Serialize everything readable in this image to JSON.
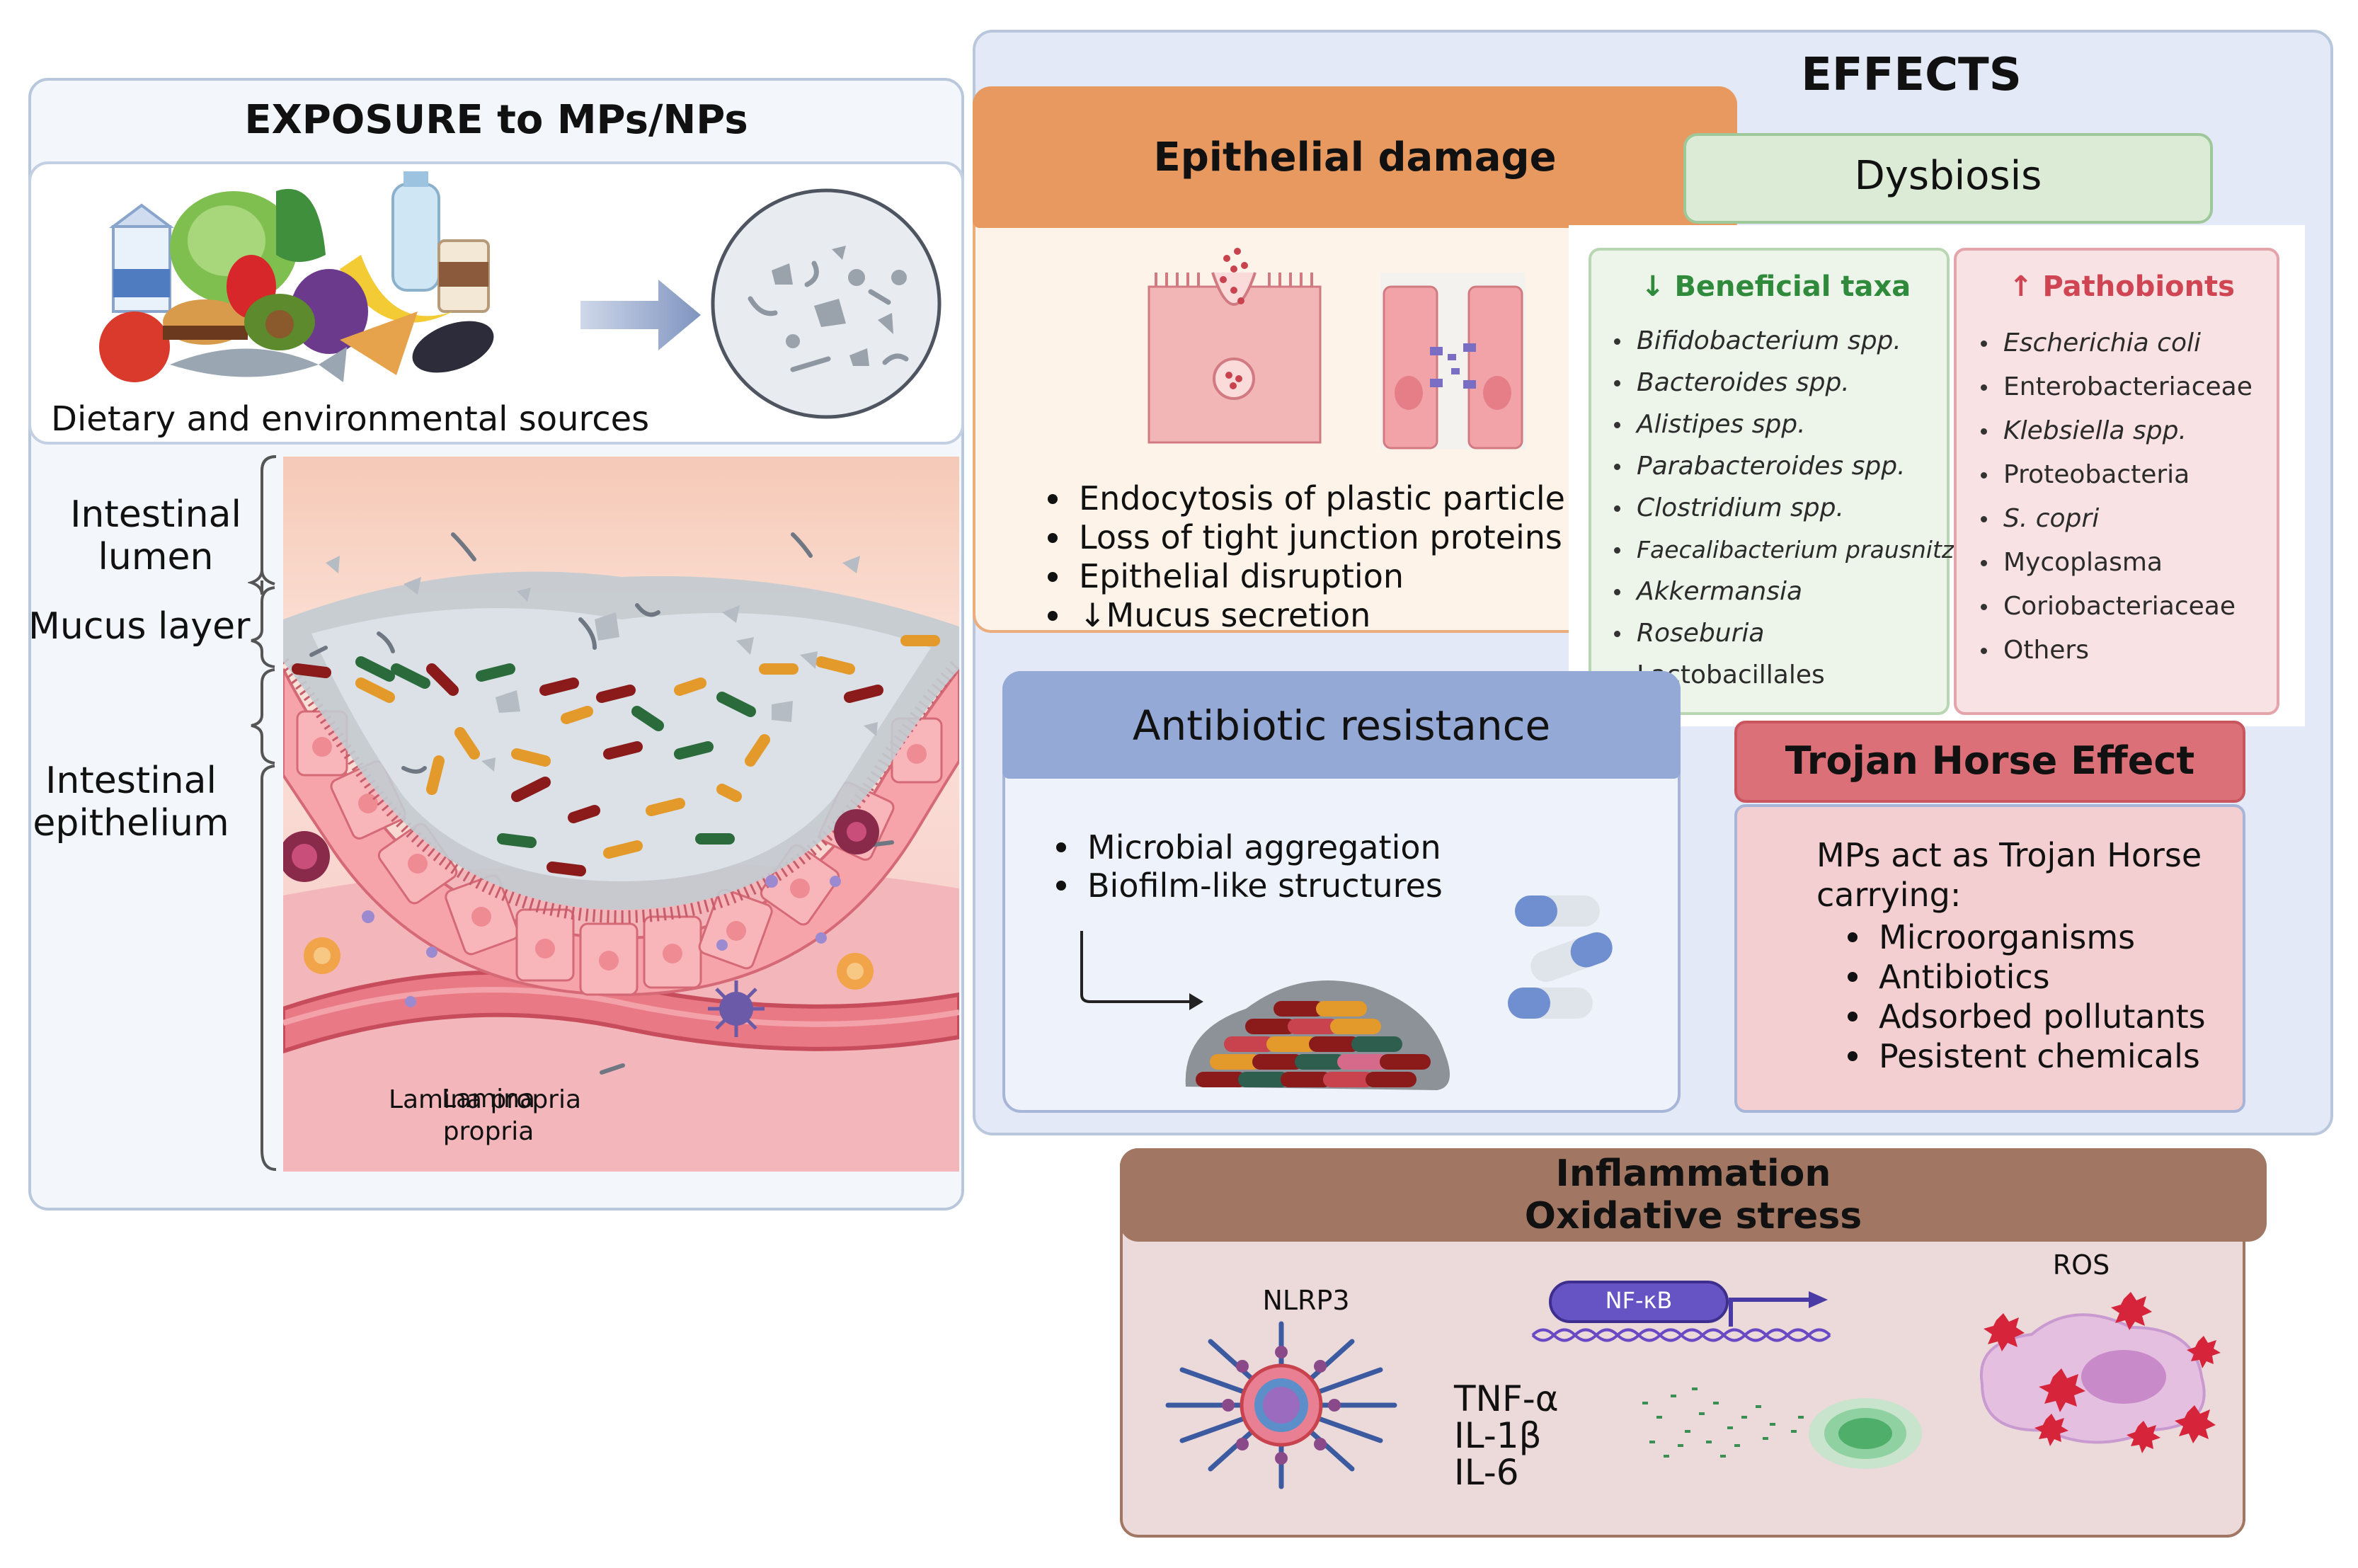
{
  "exposure": {
    "title": "EXPOSURE to MPs/NPs",
    "sources_label": "Dietary and environmental sources",
    "layer_labels": {
      "intestinal_lumen": "Intestinal lumen",
      "mucus_layer": "Mucus layer",
      "intestinal_epithelium": "Intestinal epithelium",
      "lamina_propria": "Lamina propria"
    }
  },
  "effects": {
    "title": "EFFECTS",
    "epithelial_damage": {
      "title": "Epithelial damage",
      "items": [
        "Endocytosis of plastic particle",
        "Loss of tight junction proteins",
        "Epithelial disruption",
        "↓Mucus secretion"
      ]
    },
    "dysbiosis": {
      "title": "Dysbiosis",
      "beneficial": {
        "title": "↓ Beneficial taxa",
        "items": [
          "Bifidobacterium spp.",
          "Bacteroides spp.",
          "Alistipes spp.",
          "Parabacteroides spp.",
          "Clostridium spp.",
          "Faecalibacterium prausnitzii",
          "Akkermansia",
          "Roseburia",
          "Lactobacillales"
        ]
      },
      "pathobionts": {
        "title": "↑ Pathobionts",
        "items": [
          "Escherichia coli",
          "Enterobacteriaceae",
          "Klebsiella spp.",
          "Proteobacteria",
          "S. copri",
          "Mycoplasma",
          "Coriobacteriaceae",
          "Others"
        ]
      }
    },
    "antibiotic_resistance": {
      "title": "Antibiotic resistance",
      "items": [
        "Microbial aggregation",
        "Biofilm-like structures"
      ]
    },
    "trojan_horse": {
      "title": "Trojan Horse Effect",
      "intro_line1": "MPs act as Trojan Horse",
      "intro_line2": "carrying:",
      "items": [
        "Microorganisms",
        "Antibiotics",
        "Adsorbed pollutants",
        "Pesistent chemicals"
      ]
    }
  },
  "inflammation": {
    "title_line1": "Inflammation",
    "title_line2": "Oxidative stress",
    "nlrp3_label": "NLRP3",
    "nfkb_label": "NF-κB",
    "ros_label": "ROS",
    "cytokines": [
      "TNF-α",
      "IL-1β",
      "IL-6"
    ]
  },
  "colors": {
    "epithelial_header": "#e8995f",
    "dysbiosis_header": "#dcebd6",
    "antibiotic_header": "#94a9d6",
    "trojan_header": "#dc7079",
    "trojan_body": "#f4cfd1",
    "inflammation_header": "#a17662",
    "inflammation_body": "#ecd9da",
    "beneficial_accent": "#2f8a3c",
    "pathobiont_accent": "#d04553"
  }
}
